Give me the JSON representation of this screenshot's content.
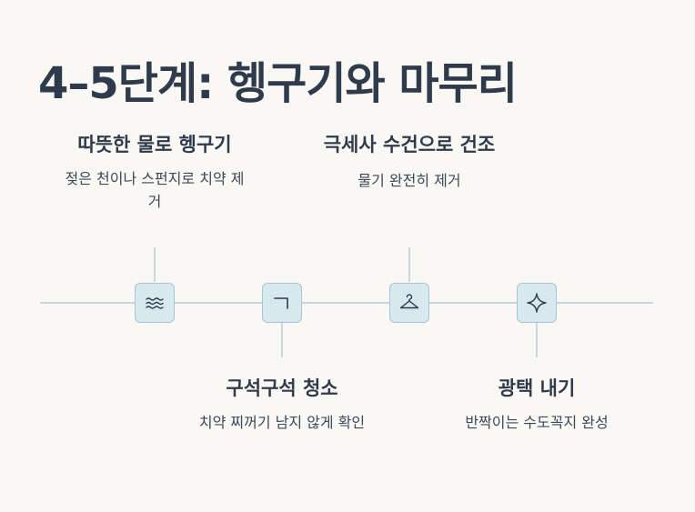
{
  "title": "4–5단계: 헹구기와 마무리",
  "steps": [
    {
      "title": "따뜻한 물로 헹구기",
      "desc": "젖은 천이나 스펀지로 치약 제거",
      "icon": "waves-icon"
    },
    {
      "title": "구석구석 청소",
      "desc": "치약 찌꺼기 남지 않게 확인",
      "icon": "corner-icon"
    },
    {
      "title": "극세사 수건으로 건조",
      "desc": "물기 완전히 제거",
      "icon": "hanger-icon"
    },
    {
      "title": "광택 내기",
      "desc": "반짝이는 수도꼭지 완성",
      "icon": "sparkle-icon"
    }
  ],
  "colors": {
    "background": "#faf8f5",
    "line": "#c9d8e0",
    "node_fill": "#d8e8ef",
    "node_border": "#a9c3cf",
    "text": "#2f3b4a"
  }
}
